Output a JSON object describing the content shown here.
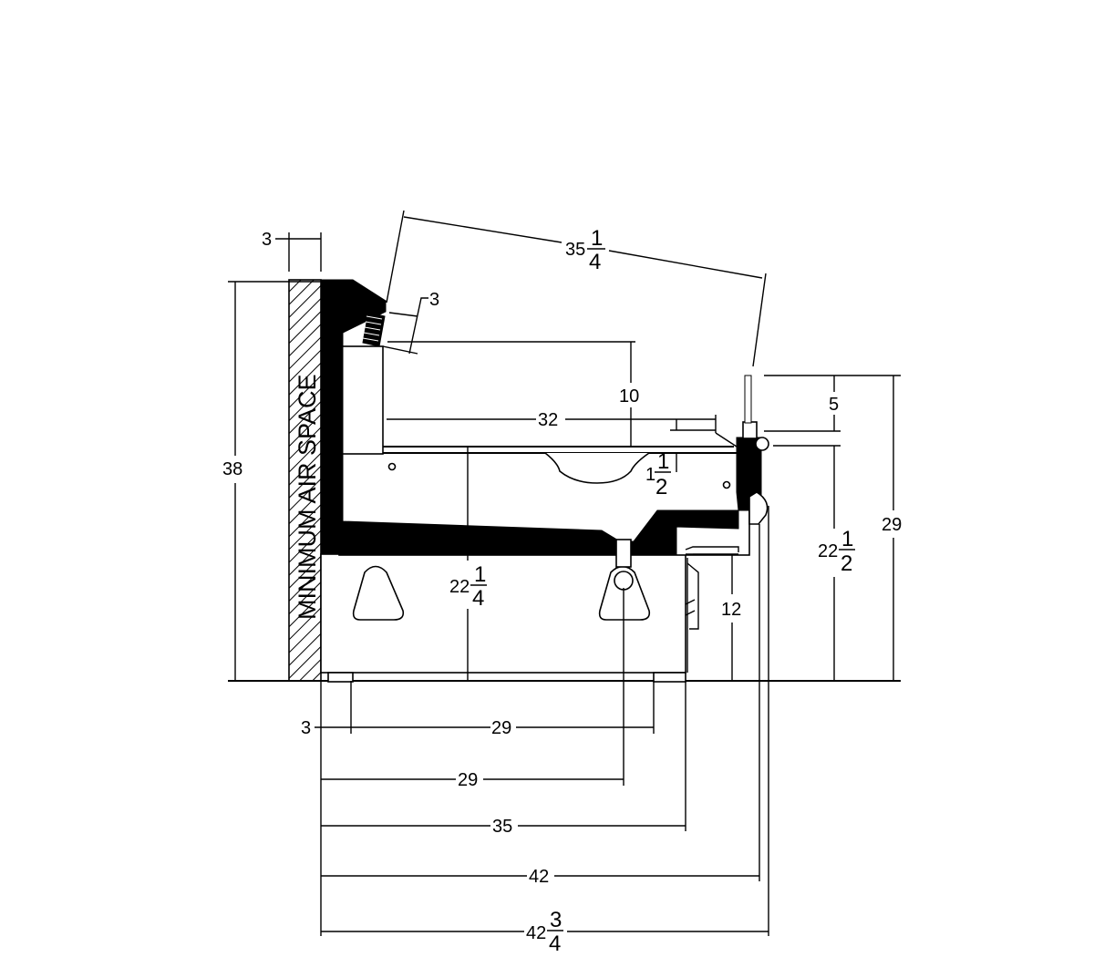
{
  "wall_label": "MINIMUM AIR SPACE",
  "dimensions": {
    "air_gap_top": "3",
    "overall_height": "38",
    "diagonal_whole": "35",
    "diagonal_frac_num": "1",
    "diagonal_frac_den": "4",
    "backsplash_thickness": "3",
    "backsplash_height": "10",
    "cook_surface_depth": "32",
    "edge_whole": "1",
    "edge_frac_num": "1",
    "edge_frac_den": "2",
    "work_height_whole": "22",
    "work_height_frac_num": "1",
    "work_height_frac_den": "4",
    "control_height": "5",
    "front_height_whole": "22",
    "front_height_frac_num": "1",
    "front_height_frac_den": "2",
    "total_front_height": "29",
    "drawer_height": "12",
    "bottom_offset": "3",
    "leg_span": "29",
    "drain_distance": "29",
    "body_depth": "35",
    "overall_depth": "42",
    "max_depth_whole": "42",
    "max_depth_frac_num": "3",
    "max_depth_frac_den": "4"
  }
}
